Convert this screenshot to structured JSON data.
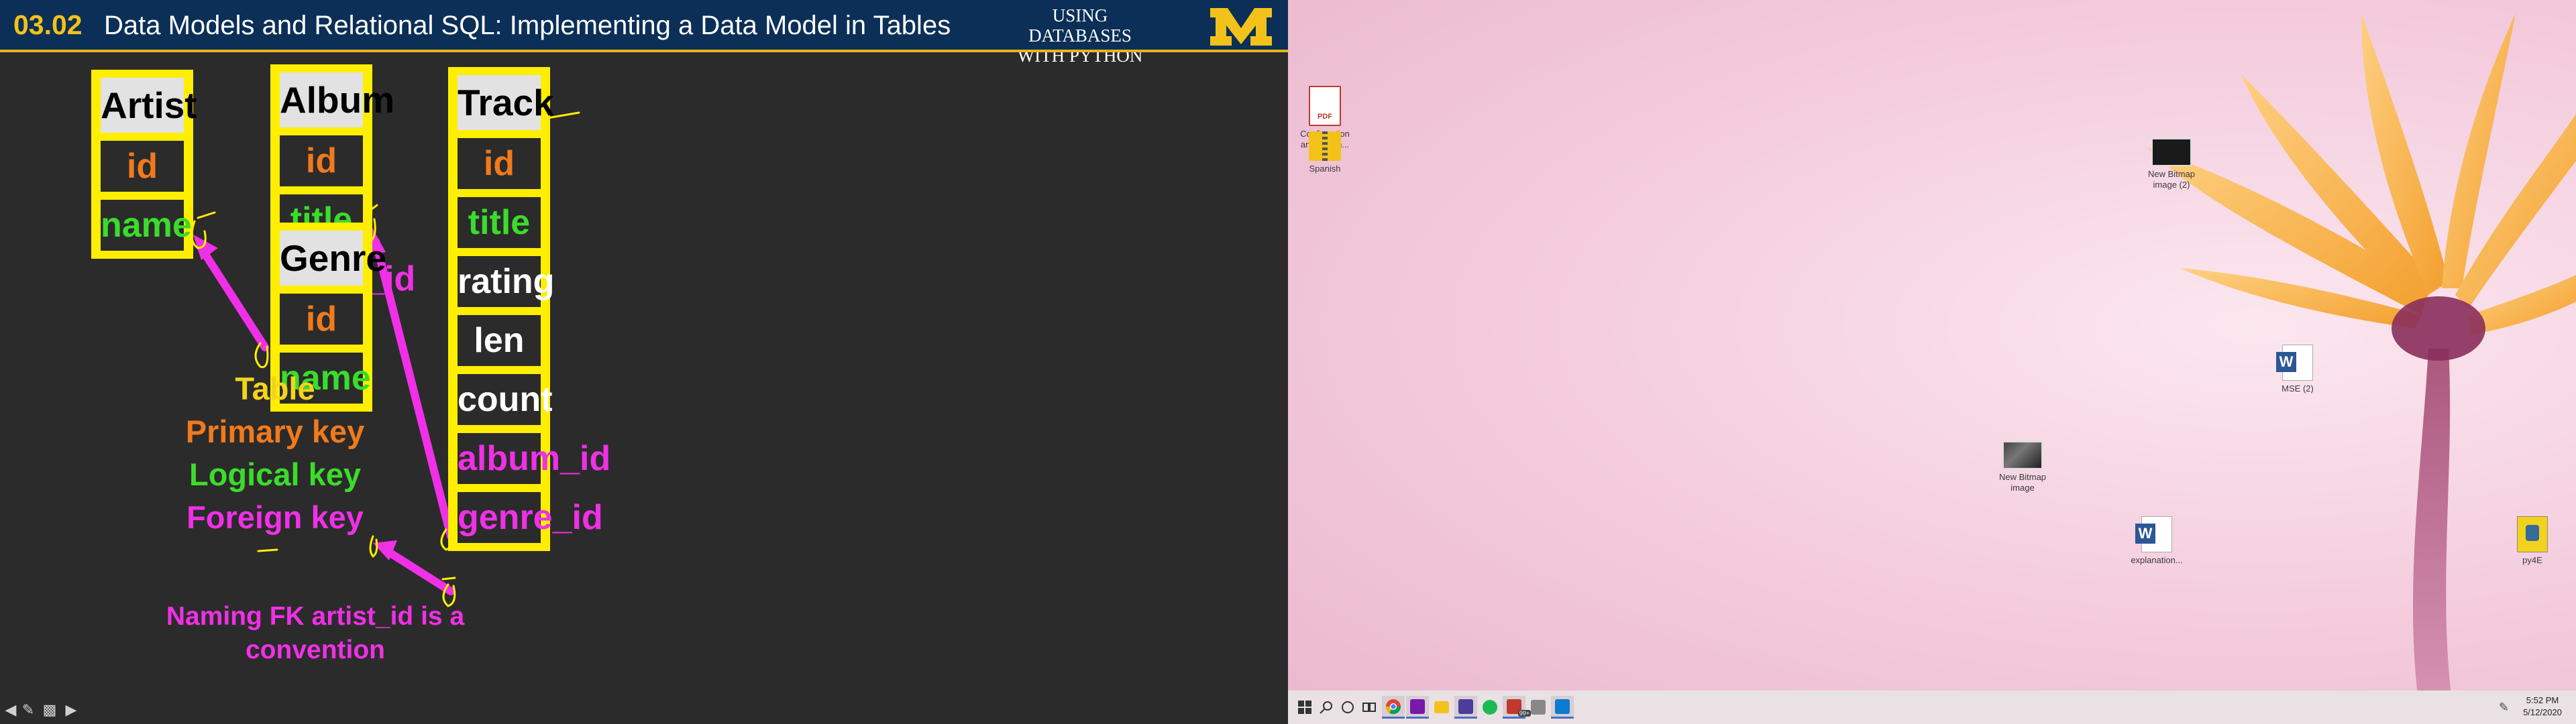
{
  "slide": {
    "number": "03.02",
    "title": "Data Models and Relational SQL: Implementing a Data Model in Tables",
    "course_title_line1": "USING DATABASES",
    "course_title_line2": "WITH PYTHON",
    "logo": "M",
    "tables": {
      "artist": {
        "header": "Artist",
        "fields": [
          "id",
          "name"
        ]
      },
      "album": {
        "header": "Album",
        "fields": [
          "id",
          "title",
          "artist_id"
        ]
      },
      "genre": {
        "header": "Genre",
        "fields": [
          "id",
          "name"
        ]
      },
      "track": {
        "header": "Track",
        "fields": [
          "id",
          "title",
          "rating",
          "len",
          "count",
          "album_id",
          "genre_id"
        ]
      }
    },
    "legend": {
      "table": "Table",
      "primary_key": "Primary key",
      "logical_key": "Logical key",
      "foreign_key": "Foreign key"
    },
    "note_line1": "Naming FK artist_id is a",
    "note_line2": "convention",
    "controls": [
      "back-arrow-icon",
      "pen-icon",
      "slides-icon",
      "forward-arrow-icon"
    ],
    "colors": {
      "header_bg": "#0b2f57",
      "table_border": "#ffee00",
      "primary_key": "#f07a1c",
      "logical_key": "#3bdc2b",
      "foreign_key": "#f030e6",
      "table_label": "#f3d41c"
    }
  },
  "desktop": {
    "icons": [
      {
        "label_line1": "Confirmation",
        "label_line2": "and inform...",
        "icon": "pdf-icon"
      },
      {
        "label_line1": "Spanish",
        "label_line2": "",
        "icon": "zip-folder-icon"
      },
      {
        "label_line1": "New Bitmap",
        "label_line2": "image (2)",
        "icon": "bitmap-icon"
      },
      {
        "label_line1": "MSE (2)",
        "label_line2": "",
        "icon": "word-doc-icon"
      },
      {
        "label_line1": "New Bitmap",
        "label_line2": "image",
        "icon": "bitmap-icon"
      },
      {
        "label_line1": "explanation...",
        "label_line2": "",
        "icon": "word-doc-icon"
      },
      {
        "label_line1": "py4E",
        "label_line2": "",
        "icon": "python-file-icon"
      }
    ],
    "taskbar": {
      "apps": [
        "windows-start-icon",
        "search-icon",
        "cortana-icon",
        "task-view-icon",
        "chrome-icon",
        "onenote-icon",
        "file-explorer-icon",
        "video-app-icon",
        "spotify-icon",
        "mail-icon",
        "archive-icon",
        "vscode-icon"
      ],
      "mail_badge": "99+",
      "clock_time": "5:52 PM",
      "clock_date": "5/12/2020"
    }
  }
}
